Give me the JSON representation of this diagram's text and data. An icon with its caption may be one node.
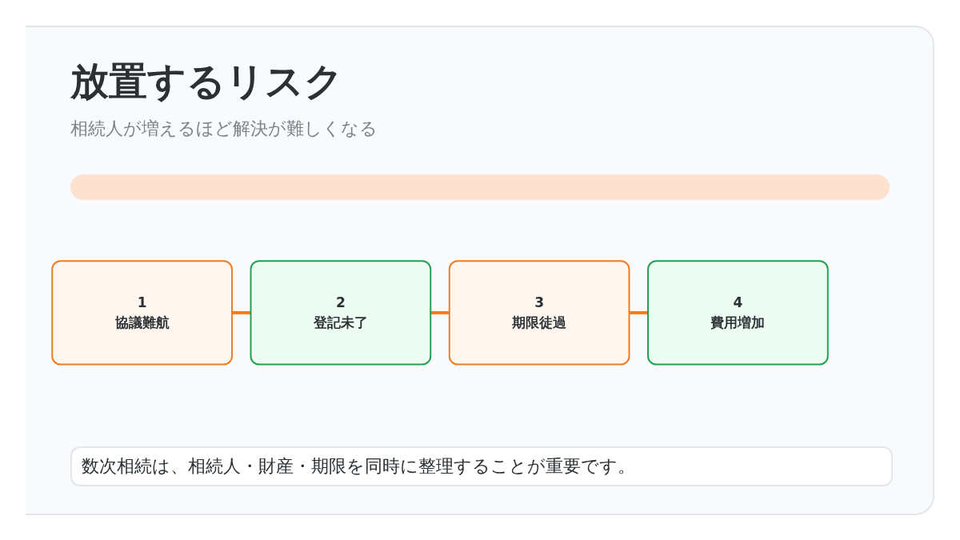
{
  "diagram": {
    "title": "放置するリスク",
    "nodes": [
      {
        "text": [
          "1",
          "協議難航"
        ]
      },
      {
        "text": [
          "2",
          "登記未了"
        ]
      },
      {
        "text": [
          "3",
          "期限徒過"
        ]
      },
      {
        "text": [
          "4",
          "費用増加"
        ]
      }
    ],
    "edges": [
      {
        "from": 0,
        "to": 1,
        "arrow": "none"
      },
      {
        "from": 1,
        "to": 2,
        "arrow": "none"
      },
      {
        "from": 2,
        "to": 3,
        "arrow": "none"
      }
    ],
    "labels": [
      "相続人が増えるほど解決が難しくなる",
      "数次相続は、相続人・財産・期限を同時に整理することが重要です。"
    ]
  }
}
